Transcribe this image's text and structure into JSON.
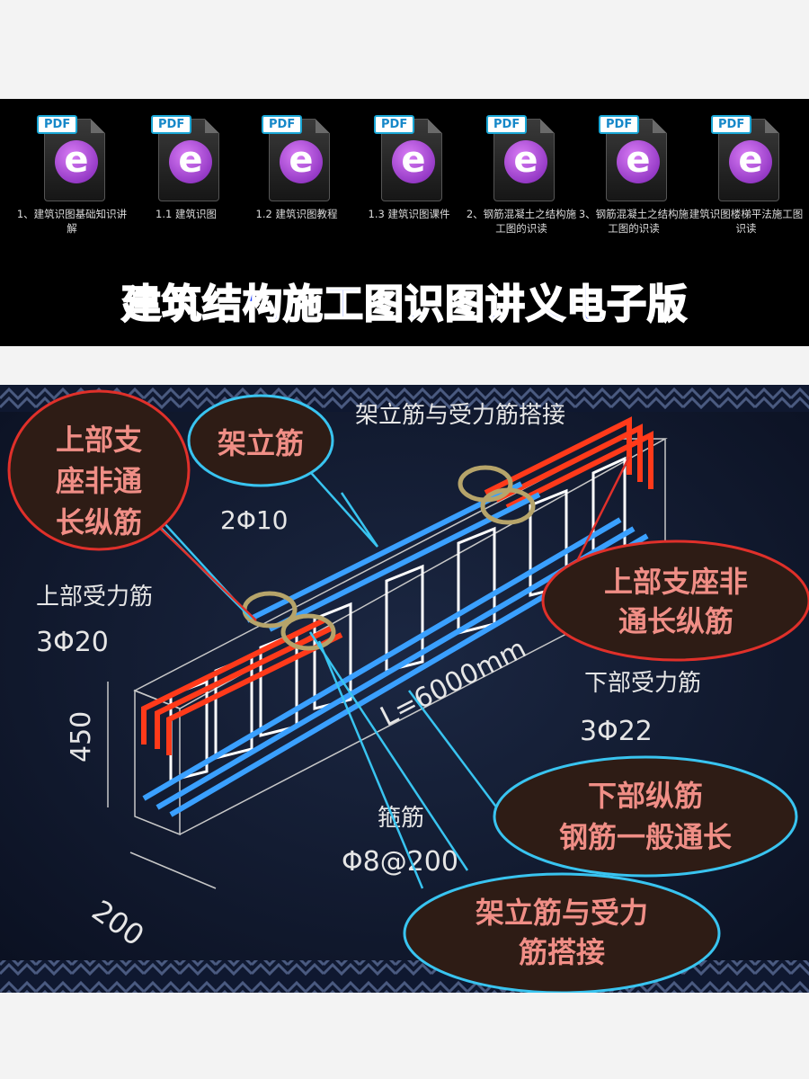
{
  "files": [
    {
      "badge": "PDF",
      "label": "1、建筑识图基础知识讲解"
    },
    {
      "badge": "PDF",
      "label": "1.1 建筑识图"
    },
    {
      "badge": "PDF",
      "label": "1.2 建筑识图教程"
    },
    {
      "badge": "PDF",
      "label": "1.3 建筑识图课件"
    },
    {
      "badge": "PDF",
      "label": "2、钢筋混凝土之结构施工图的识读"
    },
    {
      "badge": "PDF",
      "label": "3、钢筋混凝土之结构施工图的识读"
    },
    {
      "badge": "PDF",
      "label": "建筑识图楼梯平法施工图识读"
    }
  ],
  "headline": "建筑结构施工图识图讲义电子版",
  "diagram": {
    "bubbles": {
      "top_left": [
        "上部支",
        "座非通",
        "长纵筋"
      ],
      "erect_bar": "架立筋",
      "right_support": [
        "上部支座非",
        "通长纵筋"
      ],
      "bottom_bar": [
        "下部纵筋",
        "钢筋一般通长"
      ],
      "lap": [
        "架立筋与受力",
        "筋搭接"
      ]
    },
    "cad_labels": {
      "lap_title": "架立筋与受力筋搭接",
      "erect_spec": "2Φ10",
      "top_main": "上部受力筋",
      "top_main_spec": "3Φ20",
      "height": "450",
      "length": "L=6000mm",
      "bottom_main": "下部受力筋",
      "bottom_main_spec": "3Φ22",
      "stirrup": "箍筋",
      "stirrup_spec": "Φ8@200",
      "width": "200"
    },
    "colors": {
      "top_bar": "#ff3a1a",
      "bottom_bar": "#3aa0ff",
      "stirrup": "#ffffff",
      "bubble_fill": "#2e1c15"
    }
  }
}
